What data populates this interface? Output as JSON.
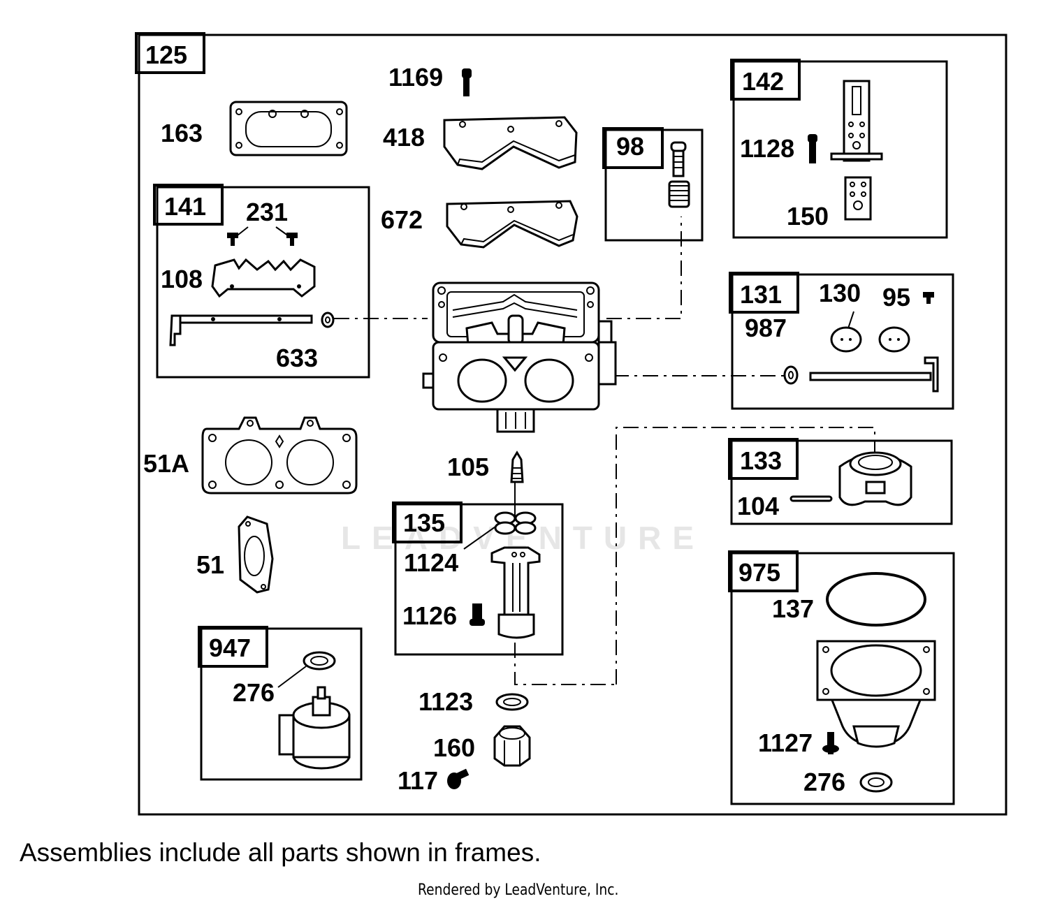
{
  "watermark": "LEADVENTURE",
  "footnote": "Assemblies include all parts shown in frames.",
  "credit": "Rendered by LeadVenture, Inc.",
  "frames": {
    "f125": "125",
    "f141": "141",
    "f142": "142",
    "f98": "98",
    "f131": "131",
    "f133": "133",
    "f135": "135",
    "f947": "947",
    "f975": "975"
  },
  "parts": {
    "p163": "163",
    "p1169": "1169",
    "p418": "418",
    "p672": "672",
    "p231": "231",
    "p108": "108",
    "p633": "633",
    "p1128": "1128",
    "p150": "150",
    "p130": "130",
    "p95": "95",
    "p987": "987",
    "p51A": "51A",
    "p105": "105",
    "p104": "104",
    "p51": "51",
    "p1124": "1124",
    "p1126": "1126",
    "p137": "137",
    "p276a": "276",
    "p1123": "1123",
    "p160": "160",
    "p117": "117",
    "p1127": "1127",
    "p276b": "276"
  }
}
